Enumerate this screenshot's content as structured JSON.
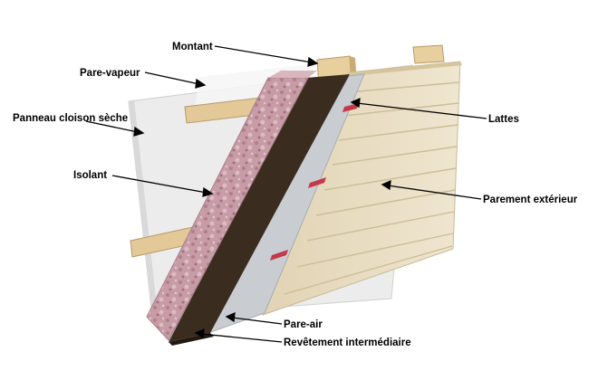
{
  "labels": {
    "montant": "Montant",
    "pare_vapeur": "Pare-vapeur",
    "panneau": "Panneau cloison sèche",
    "isolant": "Isolant",
    "lattes": "Lattes",
    "parement": "Parement extérieur",
    "pare_air": "Pare-air",
    "revetement": "Revêtement intermédiaire"
  },
  "colors": {
    "background": "#ffffff",
    "drywall": "#eeeeee",
    "wood": "#e7cf9e",
    "insulation": "#caa3ac",
    "sheathing": "#3a2d20",
    "air_barrier": "#c9cdd2",
    "siding": "#e8dcc0",
    "label_text": "#000000"
  }
}
